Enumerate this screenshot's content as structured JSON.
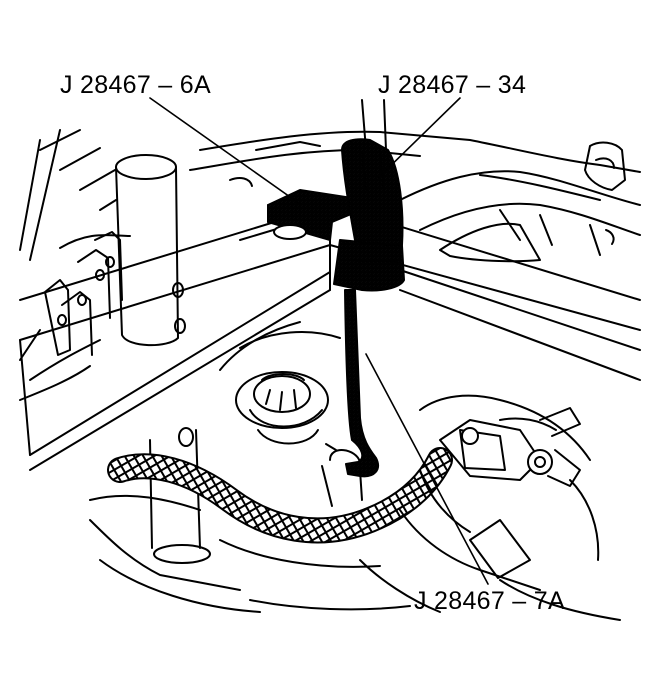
{
  "labels": {
    "tool_6a": "J 28467 – 6A",
    "tool_34": "J 28467 – 34",
    "tool_7a": "J 28467 – 7A"
  },
  "colors": {
    "ink": "#000000",
    "paper": "#ffffff",
    "stipple": "#bdbdbd"
  }
}
